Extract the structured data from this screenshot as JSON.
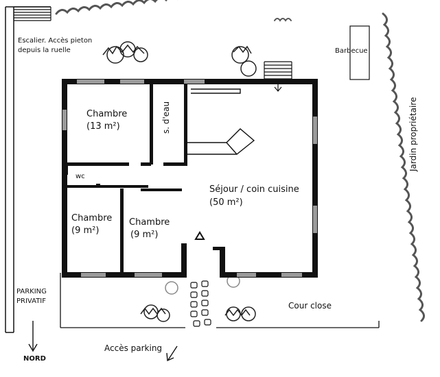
{
  "plan": {
    "rooms": {
      "chambre_1_name": "Chambre",
      "chambre_1_area": "(13 m²)",
      "chambre_2_name": "Chambre",
      "chambre_2_area": "(9 m²)",
      "chambre_3_name": "Chambre",
      "chambre_3_area": "(9 m²)",
      "wc": "wc",
      "salle_eau": "s. d'eau",
      "sejour_name": "Séjour / coin cuisine",
      "sejour_area": "(50 m²)"
    },
    "outside": {
      "stairs_line1": "Escalier. Accès pieton",
      "stairs_line2": "depuis la ruelle",
      "barbecue": "Barbecue",
      "garden": "Jardin propriétaire",
      "parking_line1": "PARKING",
      "parking_line2": "PRIVATIF",
      "north": "NORD",
      "parking_access": "Accès parking",
      "courtyard": "Cour close"
    },
    "colors": {
      "line": "#111111",
      "window": "#9a9a9a",
      "hedge": "#555555"
    }
  }
}
